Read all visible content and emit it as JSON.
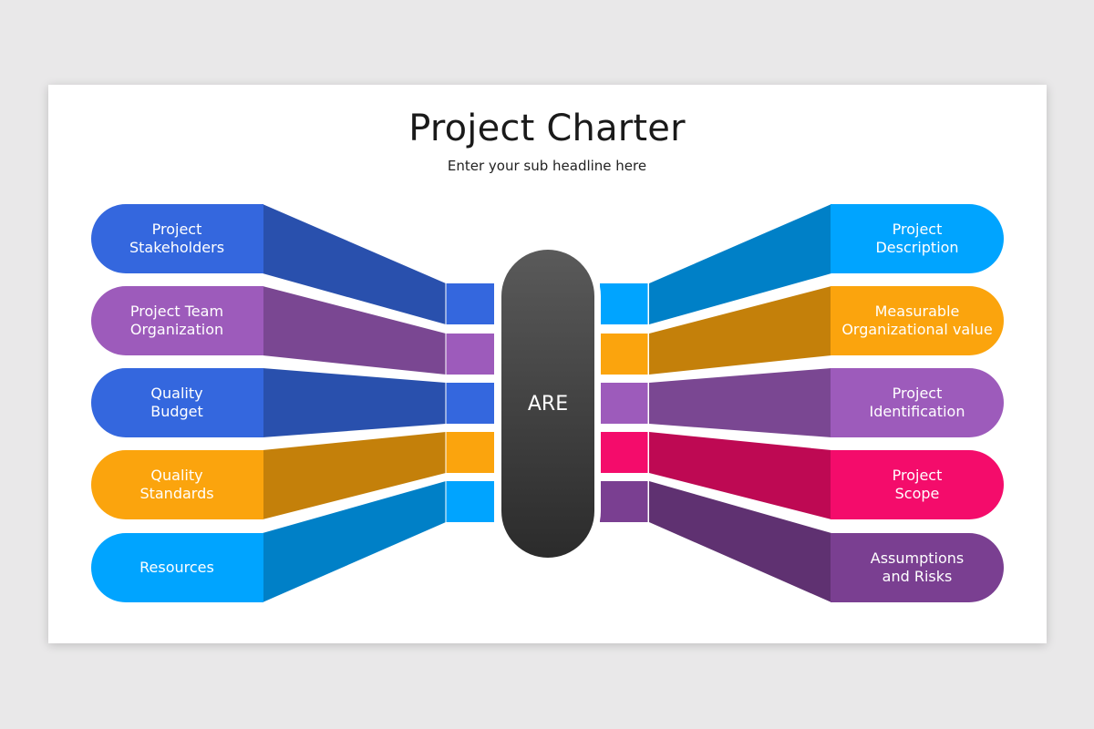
{
  "title": "Project Charter",
  "subtitle": "Enter your sub headline here",
  "center": {
    "label": "ARE"
  },
  "colors": {
    "blue": "#3467de",
    "purple": "#9d5bbb",
    "orange": "#fba40d",
    "cyan": "#00a4ff",
    "pink": "#f40c6b",
    "dark_purple": "#7a3f91",
    "center_top": "#5a5a5a",
    "center_bottom": "#2b2b2b"
  },
  "left_items": [
    {
      "label": "Project\nStakeholders",
      "color": "blue"
    },
    {
      "label": "Project Team\nOrganization",
      "color": "purple"
    },
    {
      "label": "Quality\nBudget",
      "color": "blue"
    },
    {
      "label": "Quality\nStandards",
      "color": "orange"
    },
    {
      "label": "Resources",
      "color": "cyan"
    }
  ],
  "right_items": [
    {
      "label": "Project\nDescription",
      "color": "cyan"
    },
    {
      "label": "Measurable\nOrganizational value",
      "color": "orange"
    },
    {
      "label": "Project\nIdentification",
      "color": "purple"
    },
    {
      "label": "Project\nScope",
      "color": "pink"
    },
    {
      "label": "Assumptions\nand Risks",
      "color": "dark_purple"
    }
  ],
  "left_inner_stack": [
    "blue",
    "purple",
    "blue",
    "orange",
    "cyan"
  ],
  "right_inner_stack": [
    "cyan",
    "orange",
    "purple",
    "pink",
    "dark_purple"
  ]
}
